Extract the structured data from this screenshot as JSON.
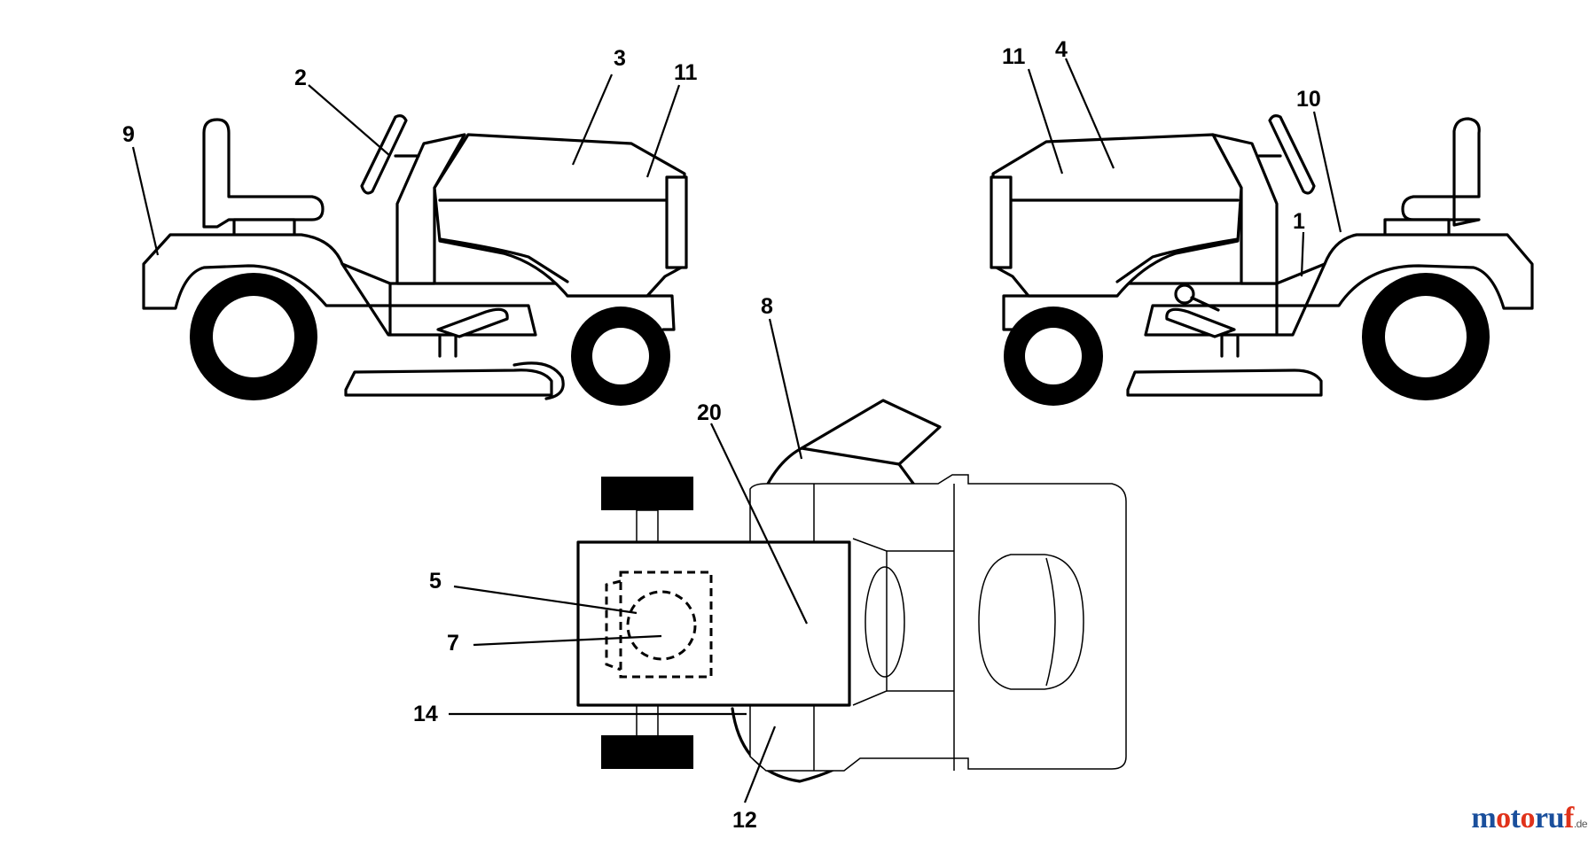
{
  "diagram": {
    "callouts": {
      "c1": "1",
      "c2": "2",
      "c3": "3",
      "c4": "4",
      "c5": "5",
      "c7": "7",
      "c8": "8",
      "c9": "9",
      "c10": "10",
      "c11a": "11",
      "c11b": "11",
      "c12": "12",
      "c14": "14",
      "c20": "20"
    }
  },
  "watermark": {
    "parts": [
      "m",
      "o",
      "t",
      "o",
      "r",
      "u",
      "f"
    ],
    "colors": [
      "#1a4f9c",
      "#e0321a",
      "#1a4f9c",
      "#e0321a",
      "#1a4f9c",
      "#1a4f9c",
      "#e0321a"
    ],
    "suffix": ".de"
  }
}
